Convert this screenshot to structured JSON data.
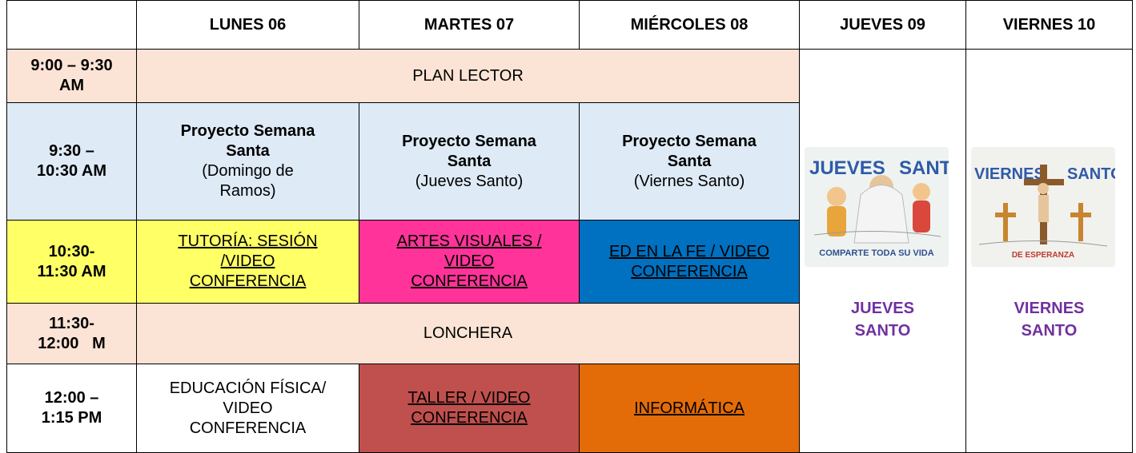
{
  "header": {
    "days": [
      "LUNES 06",
      "MARTES 07",
      "MIÉRCOLES 08",
      "JUEVES 09",
      "VIERNES 10"
    ]
  },
  "rows": {
    "r1": {
      "time_line1": "9:00 – 9:30",
      "time_line2": "AM",
      "activity": "PLAN LECTOR"
    },
    "r2": {
      "time_line1": "9:30 –",
      "time_line2": "10:30 AM",
      "mon_line1": "Proyecto Semana",
      "mon_line2": "Santa",
      "mon_line3": "(Domingo de",
      "mon_line4": "Ramos)",
      "tue_line1": "Proyecto Semana",
      "tue_line2": "Santa",
      "tue_line3": "(Jueves Santo)",
      "wed_line1": "Proyecto Semana",
      "wed_line2": "Santa",
      "wed_line3": "(Viernes Santo)"
    },
    "r3": {
      "time_line1": "10:30-",
      "time_line2": "11:30 AM",
      "mon_line1": "TUTORÍA: SESIÓN",
      "mon_line2": "/VIDEO",
      "mon_line3": "CONFERENCIA",
      "tue_line1": "ARTES VISUALES /",
      "tue_line2": "VIDEO",
      "tue_line3": "CONFERENCIA",
      "wed_line1": "ED EN LA FE / VIDEO",
      "wed_line2": "CONFERENCIA"
    },
    "r4": {
      "time_line1": "11:30-",
      "time_line2": "12:00   M",
      "activity": "LONCHERA"
    },
    "r5": {
      "time_line1": "12:00 –",
      "time_line2": "1:15 PM",
      "mon_line1": "EDUCACIÓN FÍSICA/",
      "mon_line2": "VIDEO",
      "mon_line3": "CONFERENCIA",
      "tue_line1": "TALLER / VIDEO",
      "tue_line2": "CONFERENCIA",
      "wed": "INFORMÁTICA"
    }
  },
  "holidays": {
    "thu": {
      "label_line1": "JUEVES",
      "label_line2": "SANTO",
      "image_title_left": "JUEVES",
      "image_title_right": "SANTO",
      "image_caption": "COMPARTE TODA SU VIDA",
      "label_color": "#7030a0"
    },
    "fri": {
      "label_line1": "VIERNES",
      "label_line2": "SANTO",
      "image_title_left": "VIERNES",
      "image_title_right": "SANTO",
      "image_caption": "DE ESPERANZA",
      "label_color": "#7030a0"
    }
  },
  "colors": {
    "peach": "#fbe4d5",
    "light_blue": "#deeaf6",
    "yellow": "#ffff66",
    "magenta": "#ff3399",
    "blue": "#0070c0",
    "brick": "#c0504d",
    "orange": "#e36c09",
    "purple": "#7030a0"
  }
}
